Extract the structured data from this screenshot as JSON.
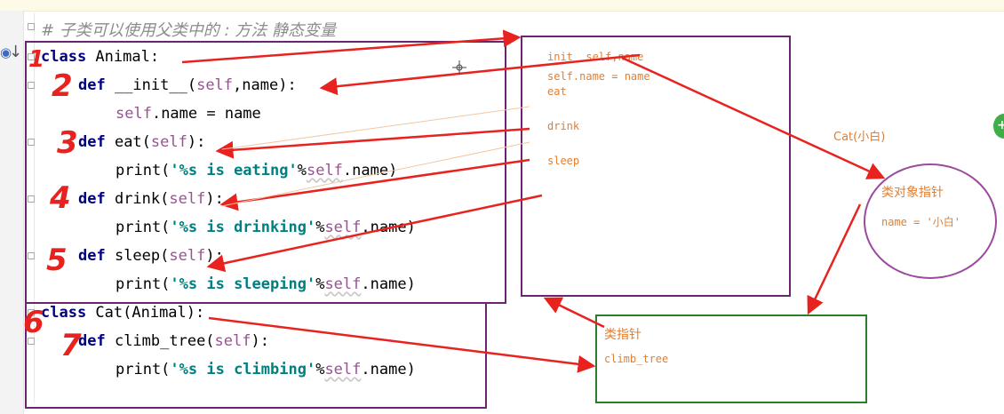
{
  "editor": {
    "comment": "# 子类可以使用父类中的 : 方法 静态变量",
    "lines": {
      "l1": {
        "kw": "class",
        "rest": " Animal:"
      },
      "l2": {
        "kw": "def",
        "name": " __init__(",
        "self": "self",
        "rest": ",name):"
      },
      "l3": {
        "self": "self",
        "rest": ".name = name"
      },
      "l4": {
        "kw": "def",
        "name": " eat(",
        "self": "self",
        "rest": "):"
      },
      "l5": {
        "fn": "print(",
        "str": "'%s is eating'",
        "op": "%",
        "self": "self",
        "rest": ".name)"
      },
      "l6": {
        "kw": "def",
        "name": " drink(",
        "self": "self",
        "rest": "):"
      },
      "l7": {
        "fn": "print(",
        "str": "'%s is drinking'",
        "op": "%",
        "self": "self",
        "rest": ".name)"
      },
      "l8": {
        "kw": "def",
        "name": " sleep(",
        "self": "self",
        "rest": "):"
      },
      "l9": {
        "fn": "print(",
        "str": "'%s is sleeping'",
        "op": "%",
        "self": "self",
        "rest": ".name)"
      },
      "l10": {
        "kw": "class",
        "rest": " Cat(Animal):"
      },
      "l11": {
        "kw": "def",
        "name": " climb_tree(",
        "self": "self",
        "rest": "):"
      },
      "l12": {
        "fn": "print(",
        "str": "'%s is climbing'",
        "op": "%",
        "self": "self",
        "rest": ".name)"
      }
    }
  },
  "annotations": {
    "numbers": [
      "1",
      "2",
      "3",
      "4",
      "5",
      "6",
      "7"
    ],
    "animal_box": {
      "init": "init  self,name",
      "self_name": "self.name = name",
      "eat": "eat",
      "drink": "drink",
      "sleep": "sleep"
    },
    "cat_label": "Cat(小白)",
    "instance": {
      "title": "类对象指针",
      "name": "name = '小白'"
    },
    "cat_box": {
      "title": "类指针",
      "method": "climb_tree"
    }
  },
  "colors": {
    "keyword": "#000080",
    "string": "#008080",
    "self": "#94558d",
    "annotation_red": "#e8231f",
    "annotation_orange": "#e07f32",
    "box_purple": "#6a2470",
    "box_green": "#2c7d2c"
  },
  "icons": {
    "run_marker": "breakpoint-arrow-icon",
    "side_button": "plus-circle-icon"
  }
}
